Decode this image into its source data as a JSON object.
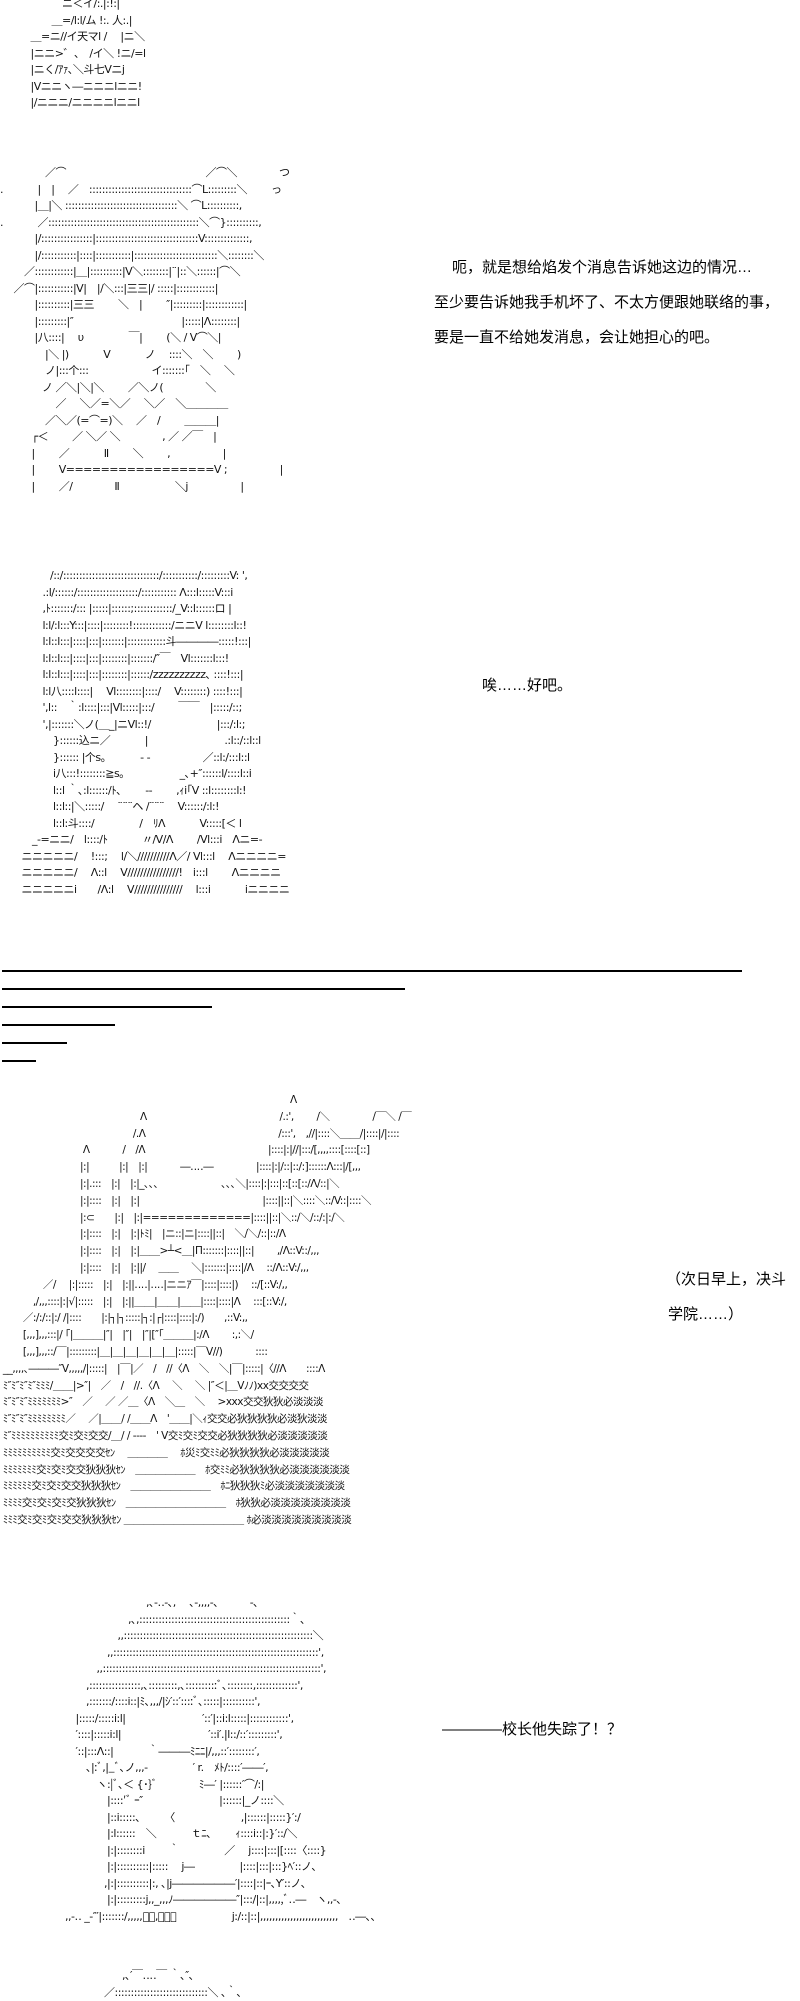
{
  "art": {
    "top_fragment": "　　　　ニ＜イ/:.|:!:|\n　　　＿=/l:l/ム !:. 人:.|\n　＿=ニ//イ天マl /　 |ニ＼\n　|ニニ>゛、　/イ＼ !ニ/=l\n　|ニく/ｱｧ､＼斗七Vニj\n　|Vニニヽ―ニニニlニニ!\n　|/ニニニ/ニニニニlニニl",
    "girl_phone": "　　　　 ／⌒　　　　　　　　　　　　　 ／⌒＼　　　　つ\n.　　　 |　|　 ／　::::::::::::::::::::::::::::::::⌒L:::::::::＼　　 っ\n　　　 |＿|＼ :::::::::::::::::::::::::::::::::::＼ ⌒L::::::::::,\n.　　　 ／:::::::::::::::::::::::::::::::::::::::::::::::＼⌒}::::::::::,\n　　　 |/::::::::::::::::|::::::::::::::::::::::::::::::::V::::::::::::::,\n　　　 |/:::::::::::|::::|:::::::::::|::::::::::::::::::::::::::＼::::::::＼\n　　 ／::::::::::::|＿|::::::::::|V＼::::::::|¨|::＼::::::|⌒＼\n　 ／⌒|:::::::::::|V|　|/＼:::|三三|/ :::::|::::::::::::|\n　　　 |::::::::::|三三　　 ＼　|　　 ″|:::::::::|::::::::::::|\n　　　 |:::::::::|″　　　　　　　　　　 |:::::|Λ::::::::|\n　　　 |八::::|　 υ　　　　 ￣|　　 (＼ / V⌒＼|\n　　　　 |＼ |)　　　 V　　　 ノ　 ::::＼　＼　　 )\n　　　　 ノ|:::个:::　　　　　　イ:::::::｢　＼　 ＼\n　　　　ノ ／＼|＼|＼　　 ／＼ノ(　　　　＼\n　　　　　 ／　 ＼／=＼／　 ＼／　＼＿＿＿＿\n　　　　 ／＼／(=⌒=)＼　 ／　/　　 ＿＿＿|\n　　　┌＜　　 ／ ＼／ ＼　　　　, ／ ／￣　|\n　　　|　　 ／　　　 Ⅱ　　 ＼　　 ,　　　　　|\n　　　|　　 V=================V ;　　　　　|\n　　　|　　 ／/　　　　Ⅱ　　　　　 ＼j　　　　　|",
    "girl_sigh": "　　　　/::/::::::::::::::::::::::::::::::/:::::::::::/:::::::::V: ',\n　　　 .:l/::::::/:::::::::::::::::::/::::::::::: Λ:::l:::::V:::i\n　　　 ,ﾄ:::::::/::: |:::::|::::::;::::::::::::/_V::l::::::ロ |\n　　　 l:l/:l:::Y:::|::::|::::::::!::::::::::::/ニニV l::::::::l::!\n　　　 l:l::l:::|::::|:::|:::::::|::::::::::::斗――――:::::!:::|\n　　　 l:l::l:::|::::|:::|::::::::|:::::::/″￣　Vl:::::::l:::!\n　　　 l:l::l:::|::::|:::|::::::::|::::::/zzzzzzzzzz､ ::::!:::|\n　　　 l:l八::::l::::|　 Vl::::::::|::::/　 V::::::::) ::::!:::|\n　　　 ',l::　｀:l::::|:::|Vl:::::|:::/　　 ￣￣　|:::::/::;\n　　　 ',|:::::::＼ノ(＿_|ニVl::!/　　　　　　 |:::/:l:;\n　　　　 }::::::込ニ／　　　 |　　　　　　　 .:l::/::l::l\n　　　　 }:::::: |个s。　　　 - -　　　　　／::l:/:::l::l\n　　　　 i八:::!::::::::≧s。　　　　　 _､+″::::::l/::::l::i\n　　　　 l::l ｀､:l::::::/ﾄ､　　 --　　 ,ｨi｢V ::l::::::::l:!\n　　　　 l::l::|＼:::::/　 ¨¨¨ヘ /¨¨¨　 V::::::/:l:!\n　　　　 l::l:斗::::/　　　　 /　ﾘΛ　　　 V:::::[＜ l\n　　 _-=ニニ/　l::::/ﾄ　　　 〃/V/Λ　　 /Vl:::i　Λニ=-\n　 ニニニニニ/　 !:::;　 l/＼//////////Λ／/ Vl:::l　 Λニニニニ=\n　 ニニニニニ/　 Λ::l　 V////////////////!　i:::l　　 Λニニニニ\n　 ニニニニニi　　/Λ:l　 V///////////////　 l:::i　　　 iニニニニ",
    "castle": "　　　　　　　　　　　　　　　　　　　　　　　　　　　　　Λ\n　　　　　　　　　　　　　　Λ　　　　　　　　　　　　　 /.:',　　 /＼　　　　 /￣＼ /￣\n　　　　　　　　　　　　　 /.Λ　　　　　　　　　　　　　 /:::',　,//|::::＼＿＿/|::::|/|::::\n　　　　　　　　 Λ　　　 /　/Λ　　　　　　　　　　　　 |::::|:|//|:::/[,,,,::::[::::[::]\n　　　　　　　　|:|　　　|:|　|:|　　　 ―‥‥―　　　　 |::::|:|/::|::/:]::::::Λ:::|/[,,,\n　　　　　　　　|:|.:::　|:|　|:|_､､､　　　　　　 ､､､＼|::::|:|:::|::[::[::/Λ/::|＼\n　　　　　　　　|:|::::　|:|　|:|　　　　　　　　　　　　 |::::||::|＼::::＼::/V::|::::＼\n　　　　　　　　|:⊂　　|:|　|:|=============|::::||::|＼::/＼/::/:|:/＼\n　　　　　　　　|:|::::　|:|　|:|ﾄﾐ|　|ニ::|ニ|::::||::|　＼/＼/::|::/Λ\n　　　　　　　　|:|::::　|:|　|:|＿＿>┴<＿|Π:::::::|::::||::|　　 ,/Λ::V::/,,,\n　　　　　　　　|:|::::　|:|　|:||/　 ＿＿　 ＼|:::::::|::::|/Λ　 ::/Λ::V:/,,,\n　　　　 ／/　 |:|:::::　|:|　|:||‥‥|‥‥|ニニｱ￣|::::|::::|)　 ::/[::V:/,,\n　　　 ,/,,,::::|:|√|:::::　|:|　|:||＿＿|＿＿|＿＿|::::|::::|Λ　 :::[::V:/,\n　　 ／:/:/::|:/ /|::::　　|:|┐|┐:::::|┐:|┌|::::|::::|:/)　　,::V:,,\n　　 [,,,],,,:::|/ ｢|＿＿＿|″|　|″|　|″|[″｢＿＿＿|:/Λ　　 :,:＼/\n　　 [,,,],,,::/￣|:::::::::|＿|＿|＿|＿|＿|＿|:::::|￣V//)　　　 ::::\n __,,,,､―――″V,,,,,/|:::::|　|￣|／　/　//〈Λ　＼　＼|￣|:::::|〈//Λ　　::::Λ\n ﾐ″ﾐ″ﾐ″ﾐ″ﾐﾐﾐ/＿＿|>″|　／　/　//.〈Λ　 ＼　 ＼ |″＜|＿Vﾉﾉ)xx交交交交\n ﾐ″ﾐ″ﾐ″ﾐﾐﾐﾐﾐﾐﾐ>″　／　 ／ ／＿〈Λ　＼＿　＼　 >xxx交交狄狄必淡淡淡\n ﾐ″ﾐ″ﾐ″ﾐﾐﾐﾐﾐﾐﾐﾐ／　 ／|＿＿/ /＿＿Λ　'＿＿|＼ｨ交交必狄狄狄狄必淡狄淡淡\n ﾐ″ﾐﾐﾐﾐﾐﾐﾐﾐﾐﾐ交ﾐ交ﾐ交交/＿/ / ----　' V交ﾐ交ﾐ交交必狄狄狄狄必淡淡淡淡淡\n ﾐﾐﾐﾐﾐﾐﾐﾐﾐﾐ交ﾐ交交交交ｾﾝ　 ＿＿＿＿　 ﾎ災ﾐ交ﾐﾐ必狄狄狄狄必淡淡淡淡淡\n ﾐﾐﾐﾐﾐﾐﾐ交ﾐ交ﾐ交交狄狄狄ｾﾝ　＿＿＿＿＿＿　ﾎ交ﾐﾐ必狄狄狄狄必淡淡淡淡淡淡\n ﾐﾐﾐﾐﾐﾐ交ﾐ交ﾐ交交狄狄狄ｾﾝ　＿＿＿＿＿＿＿＿　ﾎﾆ狄狄狄ﾐ必淡淡淡淡淡淡淡\n ﾐﾐﾐﾐ交ﾐ交ﾐ交ﾐ交狄狄狄ｾﾝ　＿＿＿＿＿＿＿＿＿＿　ﾎ狄狄必淡淡淡淡淡淡淡淡\n ﾐﾐﾐ交ﾐ交ﾐ交ﾐ交交狄狄狄ｾﾝ ＿＿＿＿＿＿＿＿＿＿＿＿ ﾎ必淡淡淡淡淡淡淡淡淡",
    "girl_shock": "　　　　　　　　,､-‥-､,　 ､-,,,,-､　　　-､\n　　　　　　 ,､,:::::::::::::::::::::::::::::::::::::::::::::::｀､\n　　　　　 ,,:::::::::::::::::::::::::::::::::::::::::::::::::::::::::::＼\n　　　　 ,,::::::::::::::::::::::::::::::::::::::::::::::::::::::::::::::::',\n　　　 ,,::::::::::::::::::::::::::::::::::::::::::::::::::::::::::::::::::::',\n　　 ,::::::::::::::::,､:::::::::,､::::::::::ﾞ､::::::::,:::::::::::::',\n　　 ,:::::::/::::i::|ﾐ､,,,/|ｼ′::′::::ﾞ､:::::|::::::::::',\n　 |:::::/:::::i:l|　　　　　　　 ′::′|::i:l:::::|::::::::::::',\n　 ′::::|:::::i:l|　　　　　　　　 ′::i′.|l::/::′:::::::::',\n　 ′::|:::Λ::|　　　 ｀―――ﾐﾆﾆ|/,,,::′::::::::′,\n　　 ､|:ﾞ,|_ﾞ､ノ,,,-　　　　 ′ r.　ﾒﾄ/::::′――′,\n　　　 ヽ:|ﾞ､＜ {･}ﾞ　　　　ﾐ―′ |::::::′⌒/:|\n　　　　 |::::′ﾞ ｰ″　　　　　　　 |::::::|_ノ::::＼\n　　　　 |::i:::::､　　 〈　　　　　　 ,|::::::|:::::}′:/\n　　　　 |:l::::::　＼　　　 ｔﾆ､　　 ｨ::::i::|:}′::/＼\n　　　　 |:|::::::::i　　 ｀　　　　 ／　 j::::|:::|[::::〈::::}\n　　　　 |:|::::::::::|:::::　 j―　　　　 |::::|:::|:::}ﾍ′::ノ､\n　　　　,|:|::::::::::|:, ､|j――――――′|::::|::|ｰ､Y′::ノ､\n　　　　 |:|:::::::::j,,_,,,ﾉ――――――″|:::/|::|,,,,,ﾞ‥―　ヽ,,-､\n ,,-‥ _-″′|:::::::/,,,,,ﾞ､,､ｰ､　　　　　 j:/::|::|,,,,,,,,,,,,,,,,,,,,,,,,,,　‥―､､",
    "bottom_fragment": "　　　　,､′￣‥‥￣ ｀､″､\n　　 ／:::::::::::::::::::::::::::::＼ ､｀､"
  },
  "dialogue": {
    "phone_line_1": "呃，就是想给焰发个消息告诉她这边的情况…",
    "phone_line_2": "至少要告诉她我手机坏了、不太方便跟她联络的事，",
    "phone_line_3": "要是一直不给她发消息，会让她担心的吧。",
    "sigh": "唉……好吧。",
    "narration_line_1": "（次日早上，决斗",
    "narration_line_2": "学院……）",
    "shock": "————校长他失踪了！？"
  }
}
